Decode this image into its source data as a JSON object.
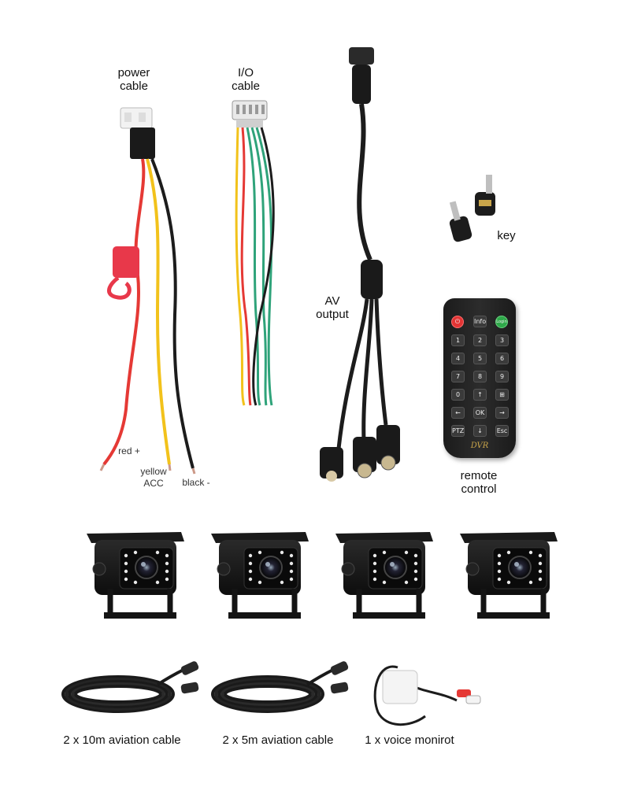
{
  "labels": {
    "power_cable": "power\ncable",
    "io_cable": "I/O\ncable",
    "av_output": "AV\noutput",
    "key": "key",
    "remote_control": "remote\ncontrol",
    "red": "red +",
    "yellow": "yellow\nACC",
    "black": "black -"
  },
  "captions": {
    "aviation_10m": "2 x 10m aviation cable",
    "aviation_5m": "2 x 5m aviation cable",
    "voice_monitor": "1 x voice monirot"
  },
  "remote": {
    "brand": "DVR",
    "buttons": [
      [
        "⏻",
        "Info",
        "Login"
      ],
      [
        "1",
        "2",
        "3"
      ],
      [
        "4",
        "5",
        "6"
      ],
      [
        "7",
        "8",
        "9"
      ],
      [
        "0",
        "↑",
        "⊞"
      ],
      [
        "←",
        "OK",
        "→"
      ],
      [
        "PTZ",
        "↓",
        "Esc"
      ]
    ]
  },
  "colors": {
    "wire_red": "#e53935",
    "wire_yellow": "#f2c21b",
    "wire_black": "#1c1c1c",
    "wire_green": "#2fa37a",
    "fuse_red": "#e8384a"
  },
  "cameras": [
    "camera-1",
    "camera-2",
    "camera-3",
    "camera-4"
  ]
}
